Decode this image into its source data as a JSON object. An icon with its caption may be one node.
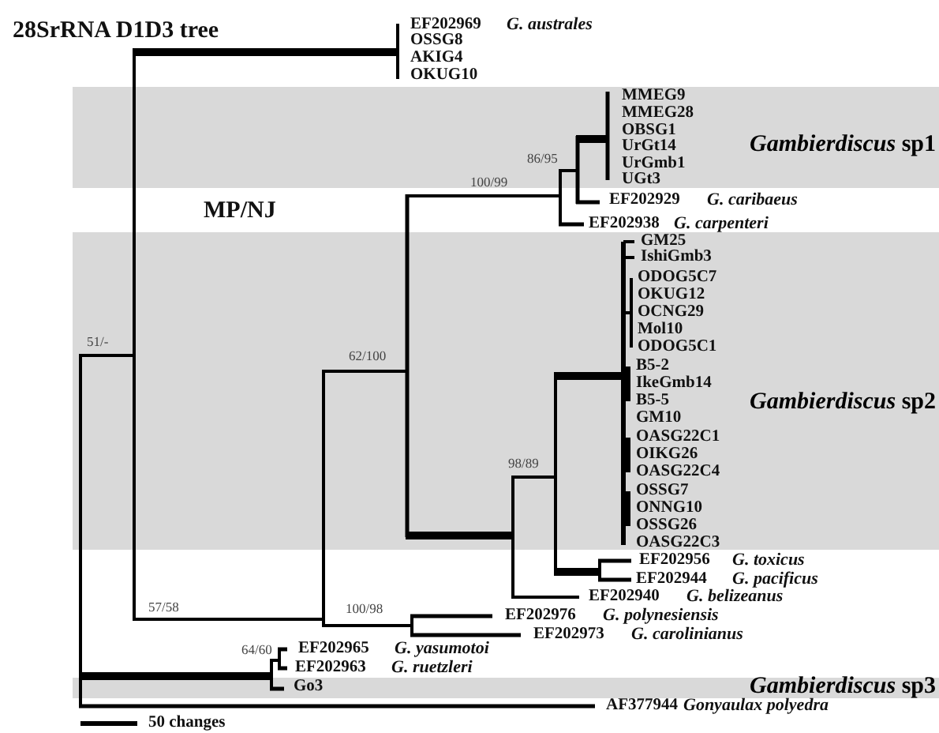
{
  "diagram": {
    "title": "28SrRNA D1D3 tree",
    "nodes": [
      {
        "text": [
          "*Gambierdiscus* sp1"
        ]
      },
      {
        "text": [
          "*Gambierdiscus* sp2"
        ]
      },
      {
        "text": [
          "*Gambierdiscus* sp3"
        ]
      }
    ],
    "edges": [],
    "labels": [
      "EF202969",
      "G. australes",
      "OSSG8",
      "AKIG4",
      "OKUG10",
      "MMEG9",
      "MMEG28",
      "OBSG1",
      "UrGt14",
      "86/95",
      "UrGmb1",
      "100/99",
      "UGt3",
      "EF202929",
      "G. caribaeus",
      "MP/NJ",
      "EF202938",
      "G. carpenteri",
      "GM25",
      "IshiGmb3",
      "ODOG5C7",
      "OKUG12",
      "OCNG29",
      "Mol10",
      "51/-",
      "62/100",
      "ODOG5C1",
      "B5-2",
      "IkeGmb14",
      "B5-5",
      "GM10",
      "OASG22C1",
      "OIKG26",
      "98/89",
      "OASG22C4",
      "OSSG7",
      "ONNG10",
      "OSSG26",
      "OASG22C3",
      "EF202956",
      "G. toxicus",
      "EF202944",
      "G. pacificus",
      "EF202940",
      "G. belizeanus",
      "57/58",
      "100/98",
      "EF202976",
      "G. polynesiensis",
      "EF202973",
      "G. carolinianus",
      "64/60",
      "EF202965",
      "G. yasumotoi",
      "EF202963",
      "G. ruetzleri",
      "Go3",
      "AF377944",
      "Gonyaulax polyedra",
      "50 changes"
    ]
  }
}
